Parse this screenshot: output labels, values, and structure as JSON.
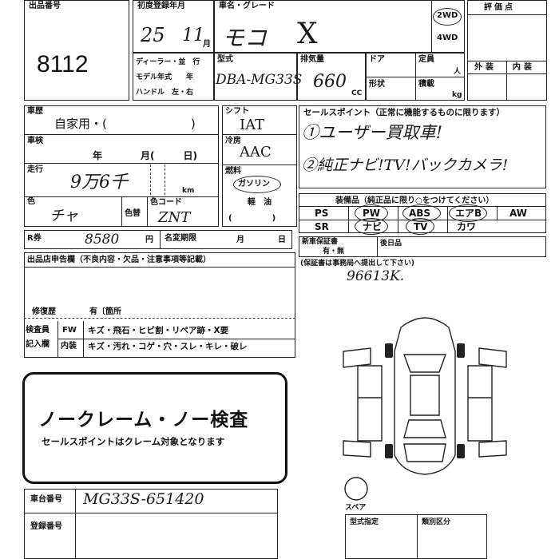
{
  "header": {
    "lot_no_label": "出品番号",
    "lot_no": "8112",
    "first_reg_label": "初度登録年月",
    "first_reg_year": "25",
    "first_reg_month": "11",
    "month_unit": "月",
    "model_grade_label": "車名・グレード",
    "model_name": "モコ",
    "grade": "X",
    "drive_2wd": "2WD",
    "drive_4wd": "4WD",
    "rating_label": "評価点",
    "exterior_label": "外装",
    "interior_label": "内装"
  },
  "row2": {
    "dealer_label": "ディーラー・並　行",
    "model_year_label": "モデル年式　　年",
    "handle_label": "ハンドル　左・右",
    "type_label": "型式",
    "type_value": "DBA-MG33S",
    "displacement_label": "排気量",
    "displacement_value": "660",
    "cc_unit": "CC",
    "door_label": "ドア",
    "capacity_label": "定員",
    "capacity_unit": "人",
    "shape_label": "形状",
    "load_label": "積載",
    "load_unit": "kg"
  },
  "history": {
    "label": "車歴",
    "value": "自家用・(　　　　　　　)",
    "inspection_label": "車検",
    "inspection_value": "年　　　　月(　　　日)",
    "mileage_label": "走行",
    "mileage_value": "9万6千",
    "km_unit": "km",
    "color_label": "色",
    "color_value": "チャ",
    "color_change_label": "色替",
    "color_code_label": "色コード",
    "color_code_value": "ZNT"
  },
  "specs": {
    "shift_label": "シフト",
    "shift_value": "IAT",
    "ac_label": "冷房",
    "ac_value": "AAC",
    "fuel_label": "燃料",
    "fuel_gas": "ガソリン",
    "fuel_diesel": "軽　油",
    "fuel_blank": "(　　　　　)"
  },
  "sales_points": {
    "label": "セールスポイント（正常に機能するものに限ります）",
    "line1": "①ユーザー買取車!",
    "line2": "②純正ナビ!TV!バックカメラ!"
  },
  "equipment": {
    "label": "装備品（純正品に限り○をつけてください）",
    "items_row1": [
      "PS",
      "PW",
      "ABS",
      "エアB",
      "AW"
    ],
    "items_row2": [
      "SR",
      "ナビ",
      "TV",
      "カワ"
    ]
  },
  "recycle": {
    "label": "R券",
    "value": "8580",
    "yen_unit": "円",
    "name_change_label": "名変期限",
    "month_label": "月",
    "day_label": "日"
  },
  "warranty": {
    "label": "新車保証書",
    "options": "有・無",
    "after_label": "後日品",
    "note": "(保証書は事務局へ提出して下さい)",
    "value": "96613K."
  },
  "declaration": {
    "label": "出品店申告欄（不良内容・欠品・注意事項等記載）",
    "repair_label": "修復歴",
    "repair_value": "有〔箇所",
    "inspector_label": "検査員",
    "entry_label": "記入欄",
    "fw_label": "FW",
    "fw_items": "キズ・飛石・ヒビ割・リペア跡・X要",
    "interior_label": "内装",
    "interior_items": "キズ・汚れ・コゲ・穴・スレ・キレ・破レ"
  },
  "noclaim": {
    "title": "ノークレーム・ノー検査",
    "subtitle": "セールスポイントはクレーム対象となります"
  },
  "chassis": {
    "chassis_label": "車台番号",
    "chassis_value": "MG33S-651420",
    "reg_label": "登録番号"
  },
  "diagram": {
    "spare_label": "スペア"
  },
  "footer": {
    "type_designation_label": "型式指定",
    "category_label": "類別区分"
  }
}
